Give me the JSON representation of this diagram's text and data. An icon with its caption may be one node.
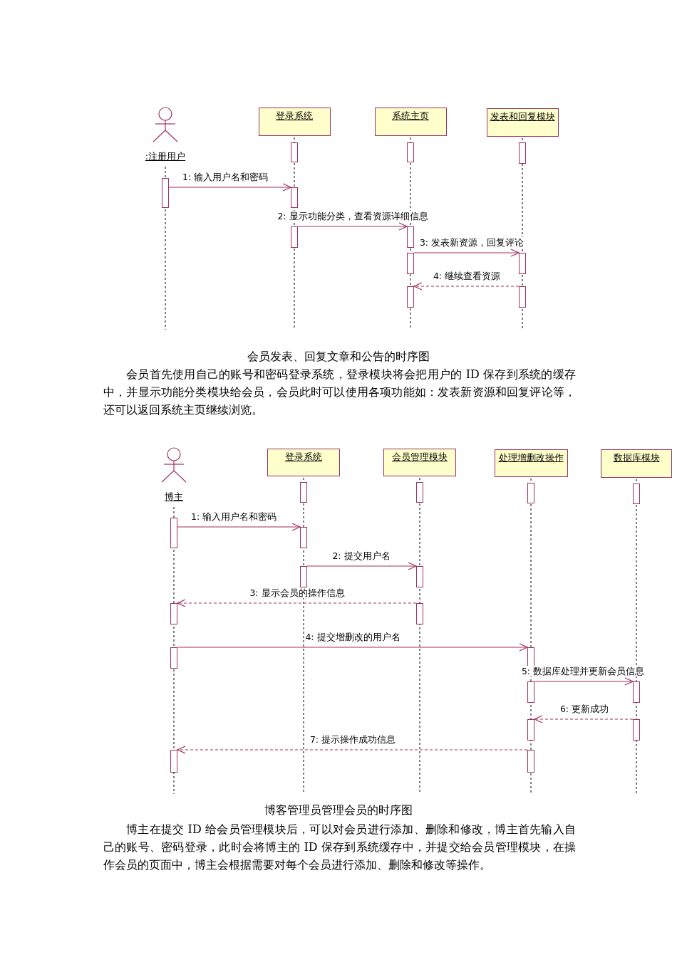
{
  "diagram": {
    "nodes": [
      {
        "text": [
          ":注册用户"
        ]
      },
      {
        "text": [
          "登录系统"
        ]
      },
      {
        "text": [
          "系统主页"
        ]
      },
      {
        "text": [
          "发表和回复模块"
        ]
      },
      {
        "text": [
          "博主"
        ]
      },
      {
        "text": [
          "登录系统"
        ]
      },
      {
        "text": [
          "会员管理模块"
        ]
      },
      {
        "text": [
          "处理增删改操作"
        ]
      },
      {
        "text": [
          "数据库模块"
        ]
      }
    ],
    "edges": [
      {
        "from": 0,
        "to": 1,
        "arrow": "to",
        "label": "1: 输入用户名和密码"
      },
      {
        "from": 1,
        "to": 2,
        "arrow": "to",
        "label": "2: 显示功能分类，查看资源详细信息"
      },
      {
        "from": 2,
        "to": 3,
        "arrow": "to",
        "label": "3: 发表新资源，回复评论"
      },
      {
        "from": 3,
        "to": 2,
        "arrow": "to",
        "label": "4: 继续查看资源",
        "style": "dashed"
      },
      {
        "from": 4,
        "to": 5,
        "arrow": "to",
        "label": "1: 输入用户名和密码"
      },
      {
        "from": 5,
        "to": 6,
        "arrow": "to",
        "label": "2: 提交用户名"
      },
      {
        "from": 6,
        "to": 4,
        "arrow": "to",
        "label": "3: 显示会员的操作信息",
        "style": "dashed"
      },
      {
        "from": 4,
        "to": 7,
        "arrow": "to",
        "label": "4: 提交增删改的用户名"
      },
      {
        "from": 7,
        "to": 8,
        "arrow": "to",
        "label": "5: 数据库处理并更新会员信息"
      },
      {
        "from": 8,
        "to": 7,
        "arrow": "to",
        "label": "6: 更新成功",
        "style": "dashed"
      },
      {
        "from": 7,
        "to": 4,
        "arrow": "to",
        "label": "7: 提示操作成功信息",
        "style": "dashed"
      }
    ],
    "labels": [
      "会员发表、回复文章和公告的时序图",
      "会员首先使用自己的账号和密码登录系统，登录模块将会把用户的 ID 保存到系统的缓存中，并显示功能分类模块给会员，会员此时可以使用各项功能如：发表新资源和回复评论等，还可以返回系统主页继续浏览。",
      "博客管理员管理会员的时序图",
      "博主在提交 ID 给会员管理模块后，可以对会员进行添加、删除和修改，博主首先输入自己的账号、密码登录，此时会将博主的 ID 保存到系统缓存中，并提交给会员管理模块，在操作会员的页面中，博主会根据需要对每个会员进行添加、删除和修改等操作。"
    ]
  }
}
